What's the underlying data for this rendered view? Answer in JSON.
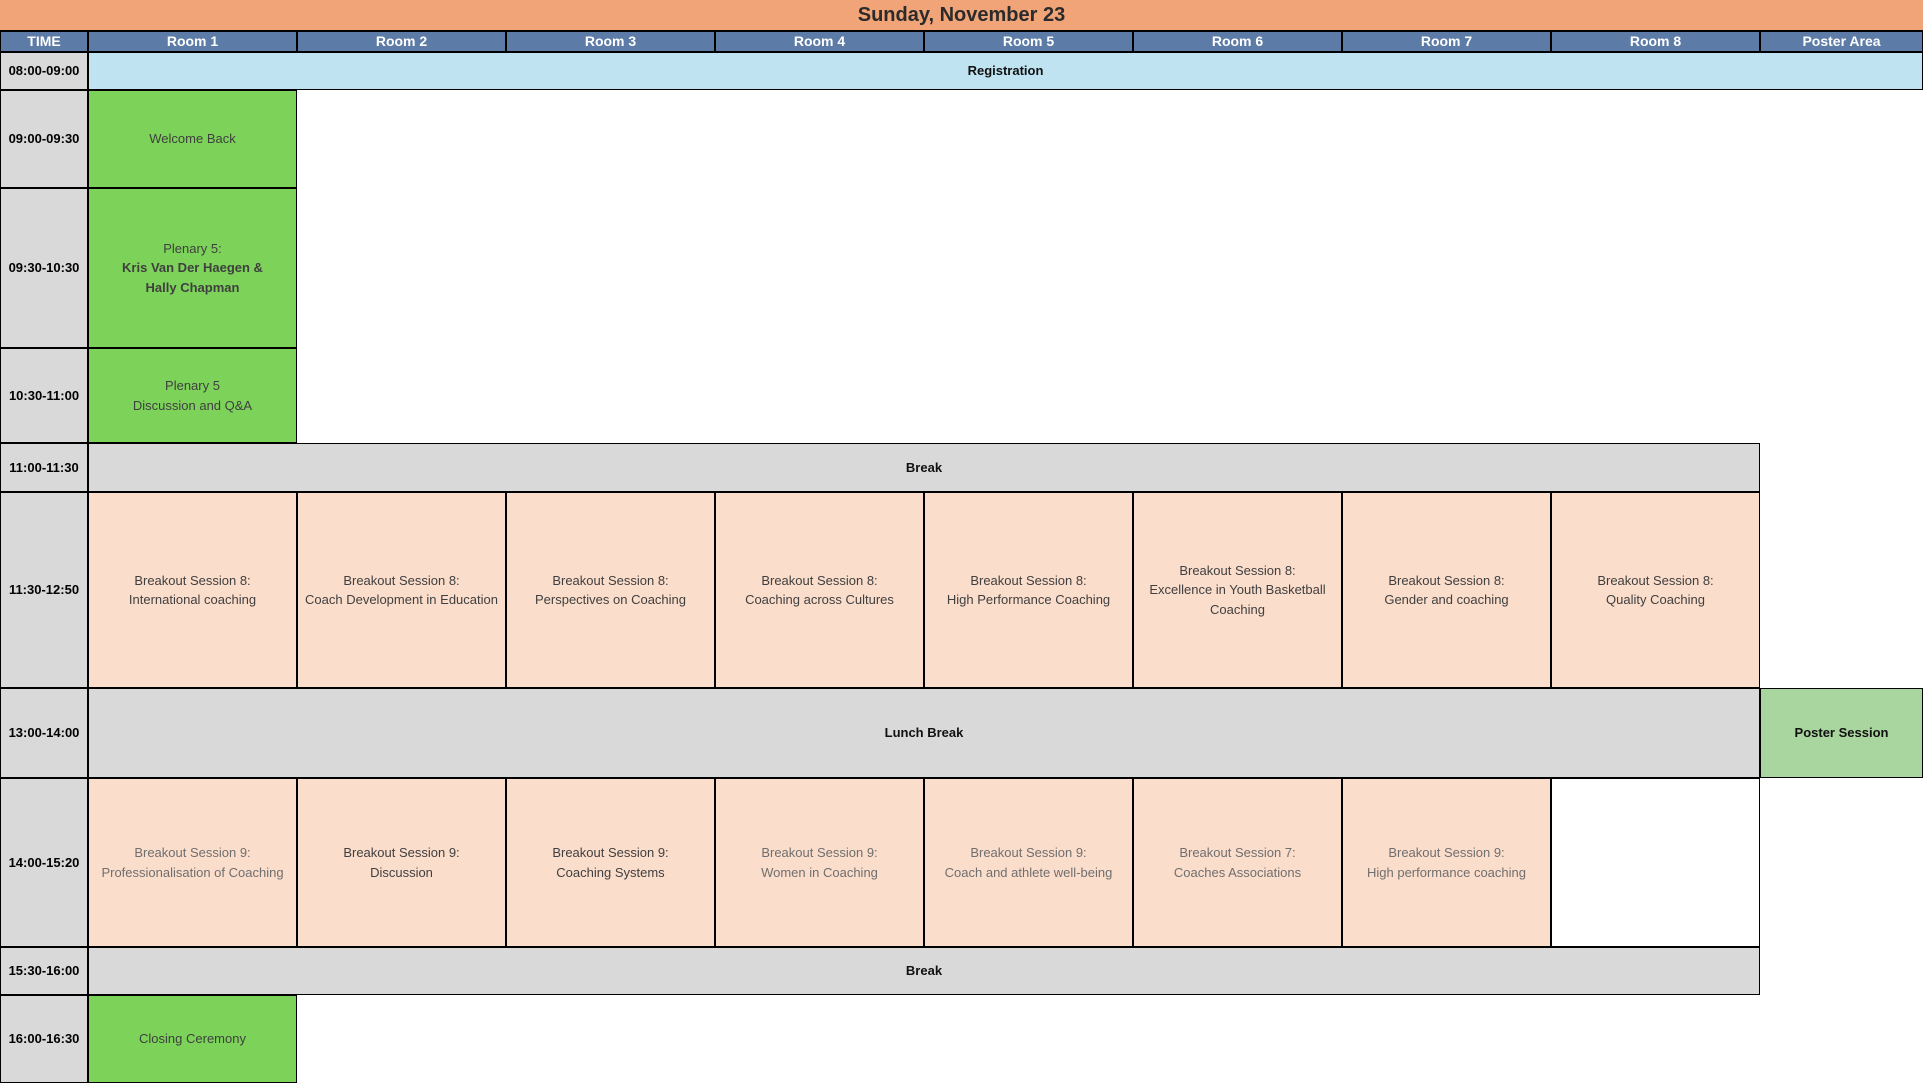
{
  "title": "Sunday, November 23",
  "palette": {
    "title_bar": "#F0A478",
    "header_bg": "#5C7BA6",
    "header_text": "#FFFFFF",
    "time_column_bg": "#D9D9D9",
    "registration_bg": "#BFE3F1",
    "plenary_bg": "#7DD35A",
    "breakout_bg": "#FBDDCB",
    "break_bg": "#D9D9D9",
    "poster_session_bg": "#A9D69E",
    "border": "#000000"
  },
  "header": {
    "columns": [
      "TIME",
      "Room 1",
      "Room 2",
      "Room 3",
      "Room 4",
      "Room 5",
      "Room 6",
      "Room 7",
      "Room 8",
      "Poster Area"
    ]
  },
  "schedule": {
    "registration": {
      "time": "08:00-09:00",
      "label": "Registration"
    },
    "welcome": {
      "time": "09:00-09:30",
      "label": "Welcome Back",
      "room": "Room 1"
    },
    "plenary5": {
      "time": "09:30-10:30",
      "label": "Plenary 5:",
      "speakers": "Kris Van Der Haegen & Hally Chapman",
      "room": "Room 1"
    },
    "plenary5_qa": {
      "time": "10:30-11:00",
      "line1": "Plenary 5",
      "line2": "Discussion and Q&A",
      "room": "Room 1"
    },
    "break_am": {
      "time": "11:00-11:30",
      "label": "Break"
    },
    "breakout8": {
      "time": "11:30-12:50",
      "sessions": [
        {
          "room": "Room 1",
          "label": "Breakout Session 8:",
          "topic": "International coaching"
        },
        {
          "room": "Room 2",
          "label": "Breakout Session 8:",
          "topic": "Coach Development in Education"
        },
        {
          "room": "Room 3",
          "label": "Breakout Session 8:",
          "topic": "Perspectives on Coaching"
        },
        {
          "room": "Room 4",
          "label": "Breakout Session 8:",
          "topic": "Coaching across Cultures"
        },
        {
          "room": "Room 5",
          "label": "Breakout Session 8:",
          "topic": "High Performance Coaching"
        },
        {
          "room": "Room 6",
          "label": "Breakout Session 8:",
          "topic": "Excellence in Youth Basketball Coaching"
        },
        {
          "room": "Room 7",
          "label": "Breakout Session 8:",
          "topic": "Gender and coaching"
        },
        {
          "room": "Room 8",
          "label": "Breakout Session 8:",
          "topic": "Quality Coaching"
        }
      ]
    },
    "lunch": {
      "time": "13:00-14:00",
      "label": "Lunch Break",
      "poster_label": "Poster Session"
    },
    "breakout9": {
      "time": "14:00-15:20",
      "sessions": [
        {
          "room": "Room 1",
          "label": "Breakout Session 9:",
          "topic": "Professionalisation of Coaching"
        },
        {
          "room": "Room 2",
          "label": "Breakout Session 9:",
          "topic": "Discussion"
        },
        {
          "room": "Room 3",
          "label": "Breakout Session 9:",
          "topic": "Coaching Systems"
        },
        {
          "room": "Room 4",
          "label": "Breakout Session 9:",
          "topic": "Women in Coaching"
        },
        {
          "room": "Room 5",
          "label": "Breakout Session 9:",
          "topic": "Coach and athlete well-being"
        },
        {
          "room": "Room 6",
          "label": "Breakout Session 7:",
          "topic": "Coaches Associations"
        },
        {
          "room": "Room 7",
          "label": "Breakout Session 9:",
          "topic": "High performance coaching"
        }
      ]
    },
    "break_pm": {
      "time": "15:30-16:00",
      "label": "Break"
    },
    "closing": {
      "time": "16:00-16:30",
      "label": "Closing Ceremony",
      "room": "Room 1"
    }
  }
}
